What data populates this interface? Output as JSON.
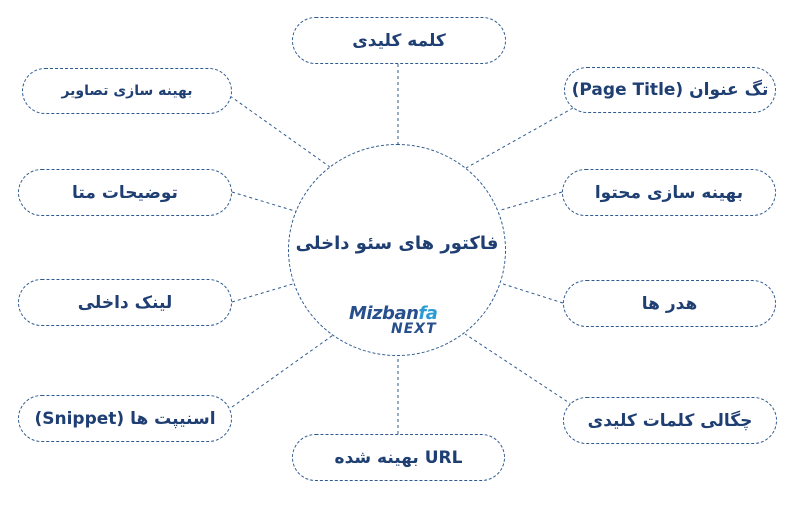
{
  "hub": {
    "title": "فاکتور های سئو داخلی",
    "logo": {
      "part1": "Mizban",
      "part2": "fa",
      "part3": "NEXT"
    }
  },
  "nodes": {
    "keyword": "کلمه کلیدی",
    "page_title": "تگ عنوان (Page Title)",
    "content_optimization": "بهینه سازی محتوا",
    "headers": "هدر ها",
    "keyword_density": "چگالی کلمات کلیدی",
    "url": "URL بهینه شده",
    "snippet": "اسنیپت ها (Snippet)",
    "internal_link": "لینک داخلی",
    "meta_description": "توضیحات متا",
    "image_optimization": "بهینه سازی تصاویر"
  },
  "colors": {
    "border": "#2f5a8f",
    "text": "#1f3f73",
    "logo_dark": "#274f8c",
    "logo_light": "#2a9bd4"
  }
}
